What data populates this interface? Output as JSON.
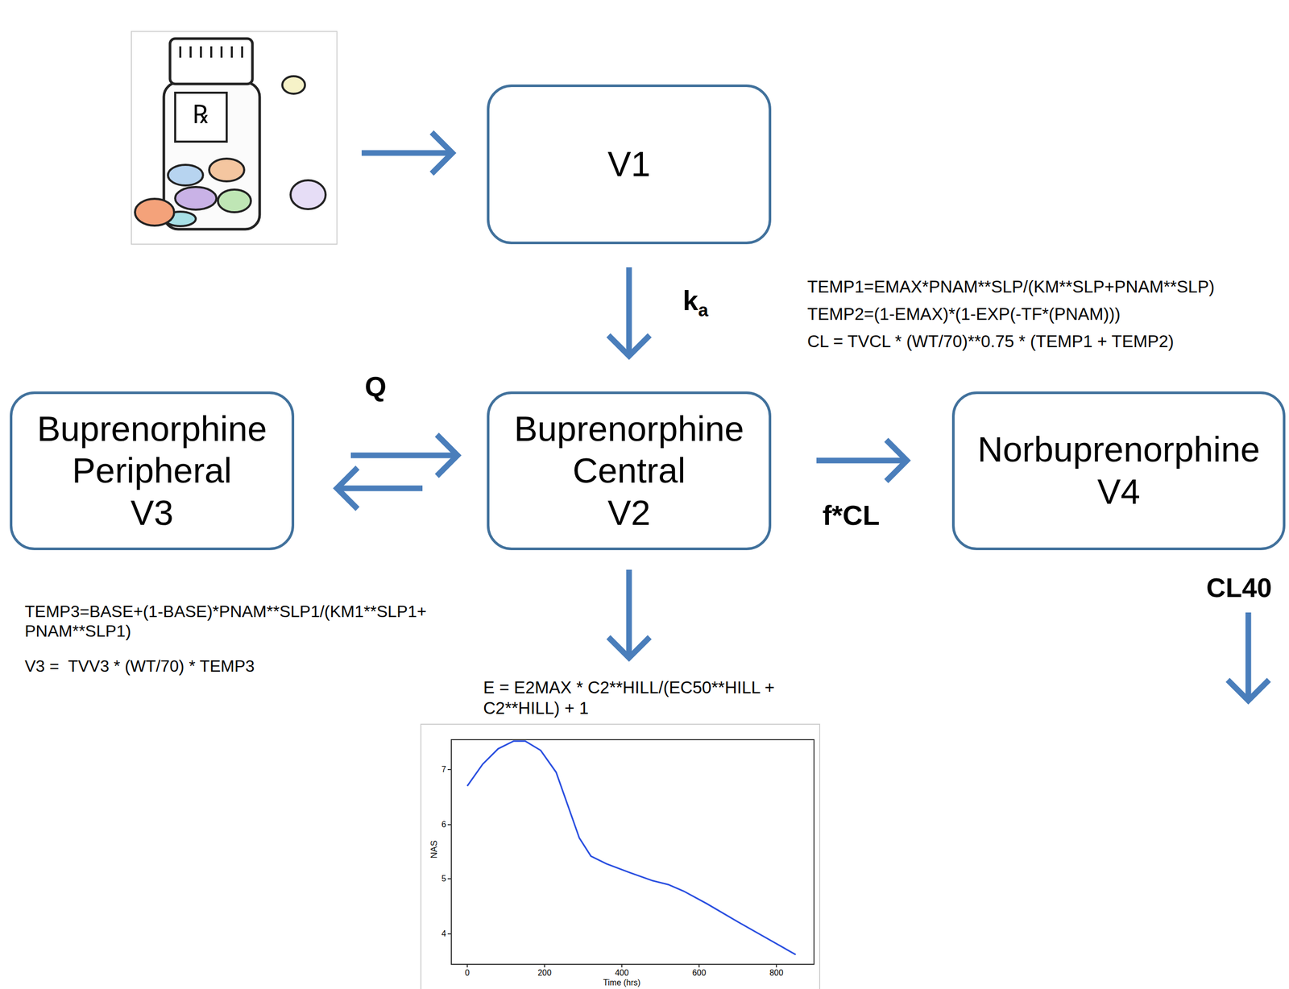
{
  "diagram": {
    "nodes": [
      {
        "text": [
          "V1"
        ]
      },
      {
        "text": [
          "Buprenorphine Peripheral",
          "V3"
        ]
      },
      {
        "text": [
          "Buprenorphine Central",
          "V2"
        ]
      },
      {
        "text": [
          "Norbuprenorphine",
          "V4"
        ]
      }
    ],
    "edges": [
      {
        "from": 0,
        "to": 2,
        "arrow": "to",
        "label": "ka"
      },
      {
        "from": 1,
        "to": 2,
        "arrow": "both",
        "label": "Q"
      },
      {
        "from": 2,
        "to": 3,
        "arrow": "to",
        "label": "f*CL"
      }
    ],
    "labels": [
      "℞",
      "TEMP1=EMAX*PNAM**SLP/(KM**SLP+PNAM**SLP)",
      "TEMP2=(1-EMAX)*(1-EXP(-TF*(PNAM)))",
      "CL = TVCL * (WT/70)**0.75 * (TEMP1 + TEMP2)",
      "TEMP3=BASE+(1-BASE)*PNAM**SLP1/(KM1**SLP1+ PNAM**SLP1)",
      "V3 =  TVV3 * (WT/70) * TEMP3",
      "E = E2MAX * C2**HILL/(EC50**HILL + C2**HILL) + 1",
      "CL40",
      "NAS",
      "7",
      "6",
      "5",
      "4",
      "0",
      "200",
      "400",
      "600",
      "800",
      "Time (hrs)"
    ]
  }
}
